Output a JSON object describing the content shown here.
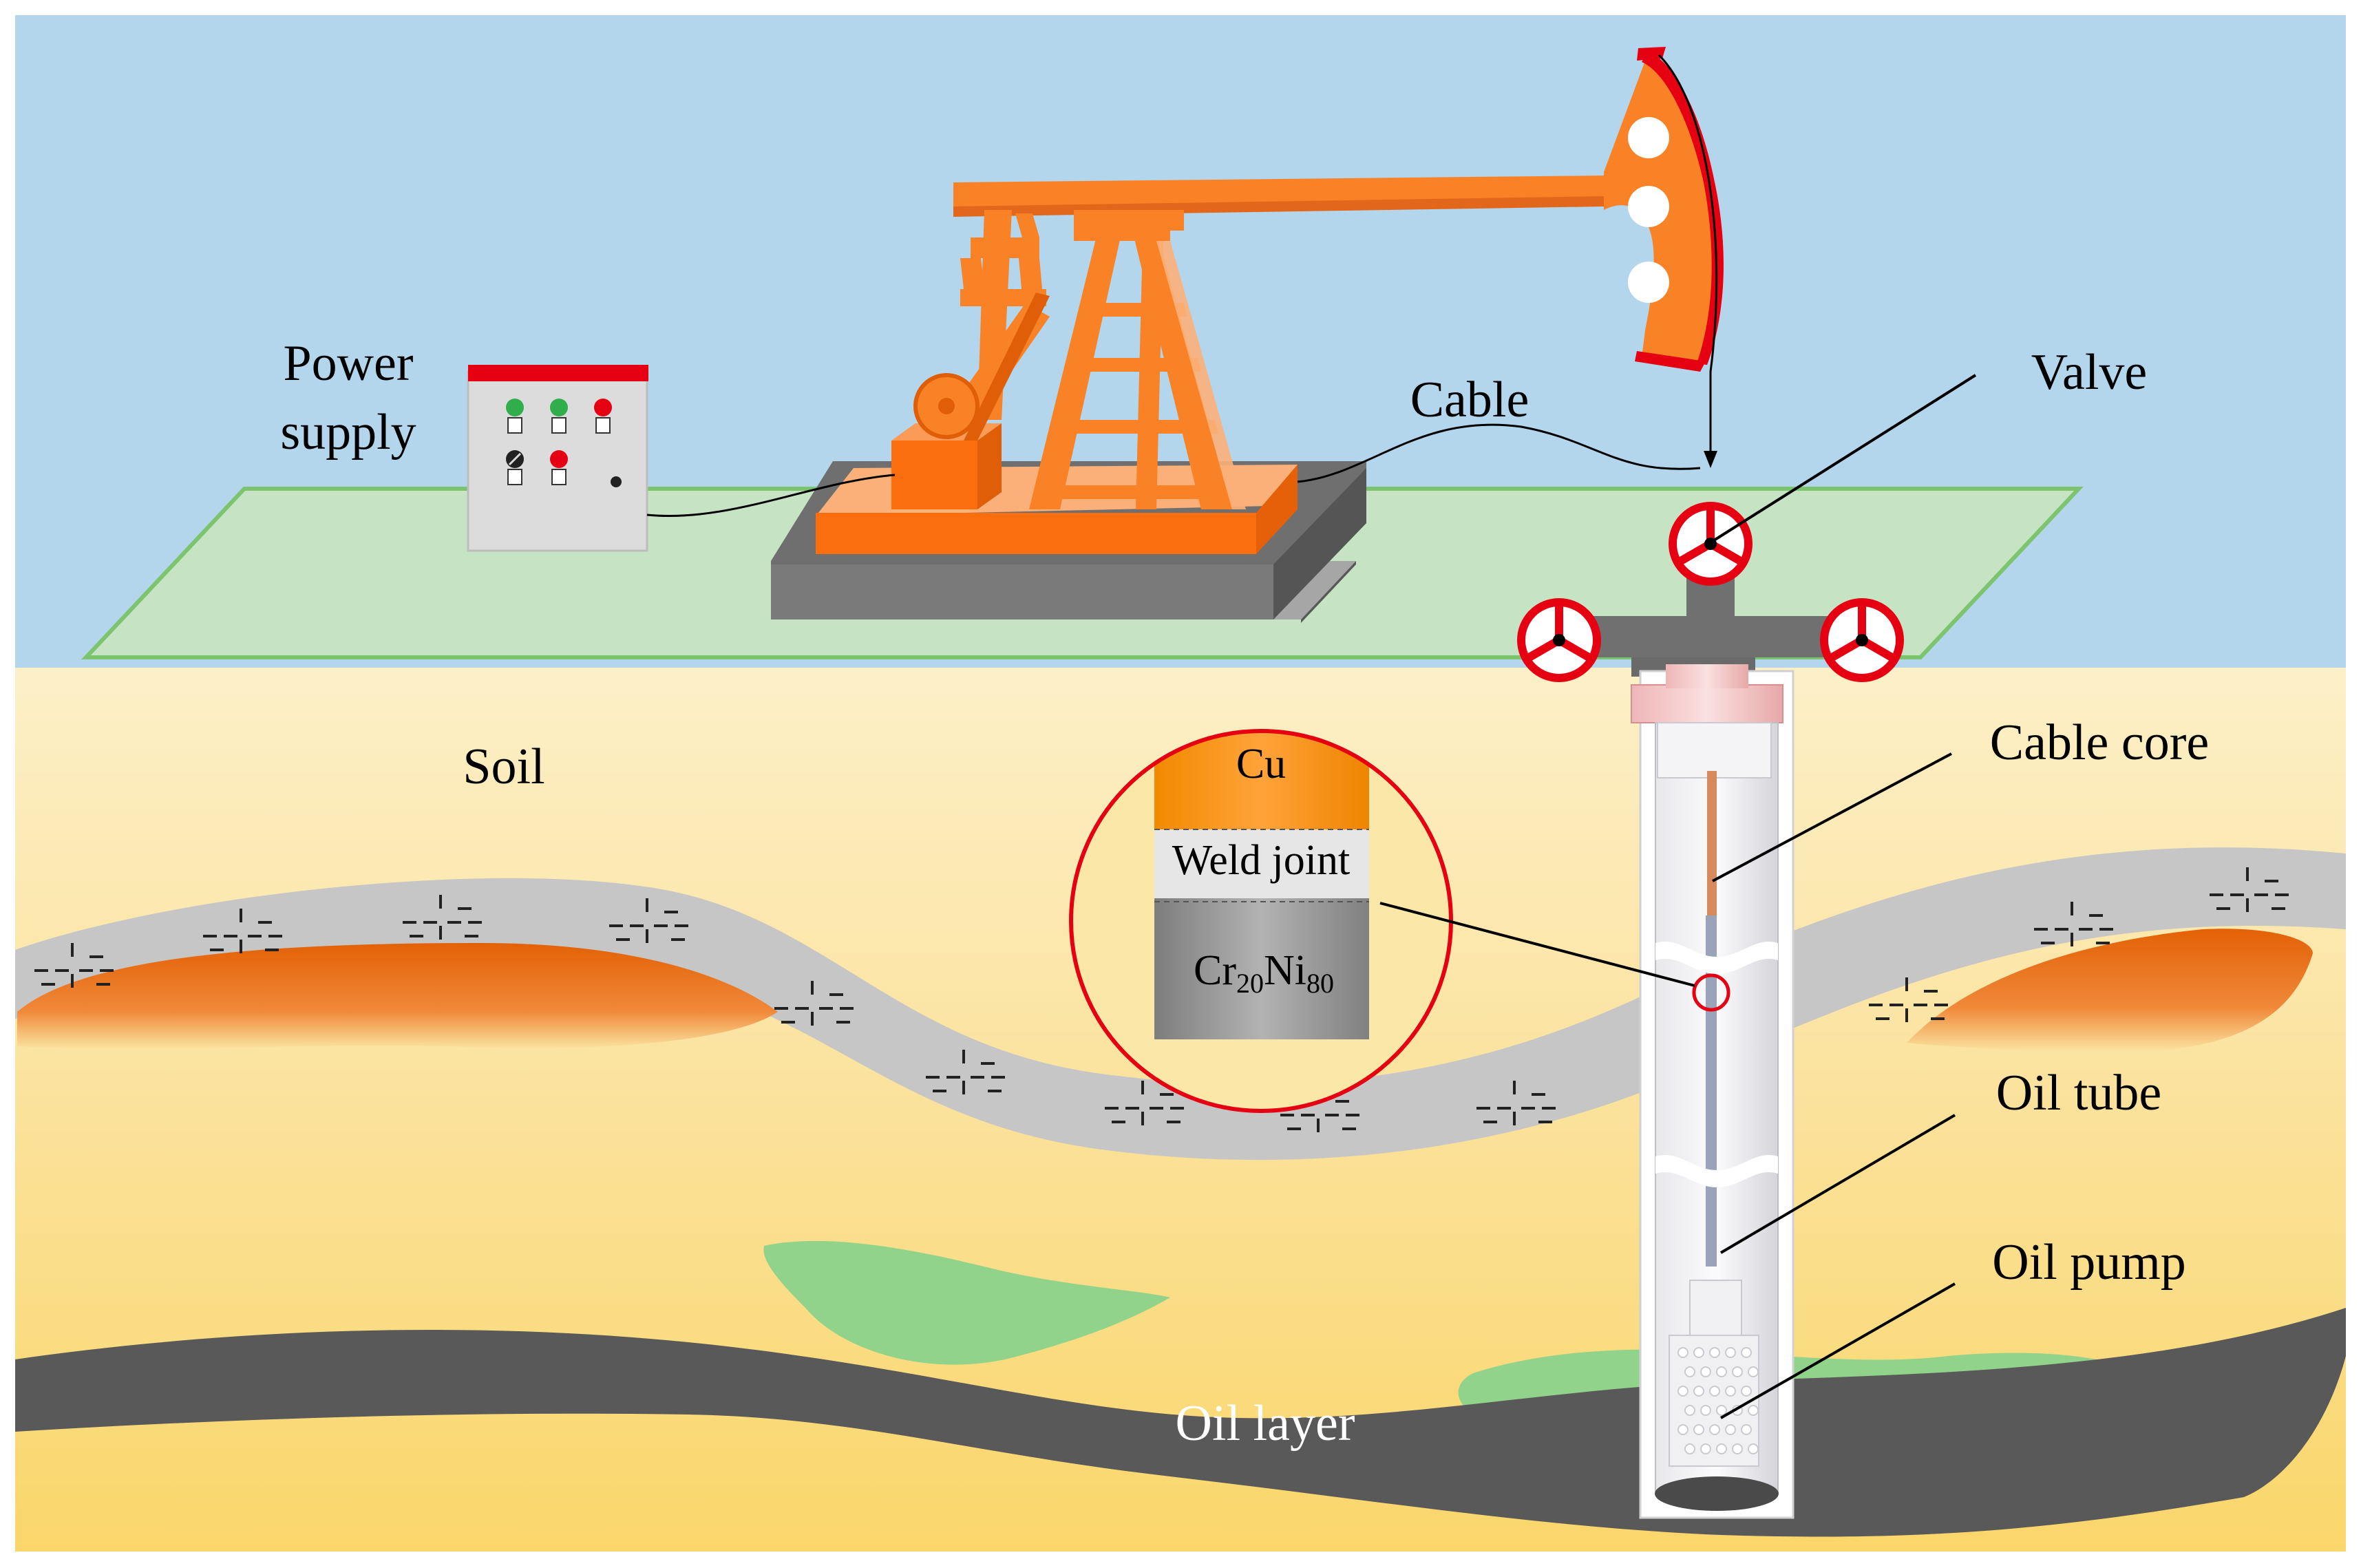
{
  "labels": {
    "power_supply_line1": "Power",
    "power_supply_line2": "supply",
    "cable": "Cable",
    "valve": "Valve",
    "soil": "Soil",
    "cable_core": "Cable core",
    "oil_tube": "Oil tube",
    "oil_pump": "Oil pump",
    "oil_layer": "Oil layer"
  },
  "inset": {
    "cu": "Cu",
    "weld_joint": "Weld joint",
    "alloy_cr": "Cr",
    "alloy_cr_sub": "20",
    "alloy_ni": "Ni",
    "alloy_ni_sub": "80"
  },
  "colors": {
    "sky": "#b3d6ec",
    "ground": "#c6e3c4",
    "soil": "#fbe7a8",
    "pumpjack": "#fa8226",
    "gray_layer": "#c6c6c6",
    "oil_layer": "#595959",
    "valve_red": "#e50012",
    "ore": "#e36106",
    "green_patch": "#91d38a"
  }
}
